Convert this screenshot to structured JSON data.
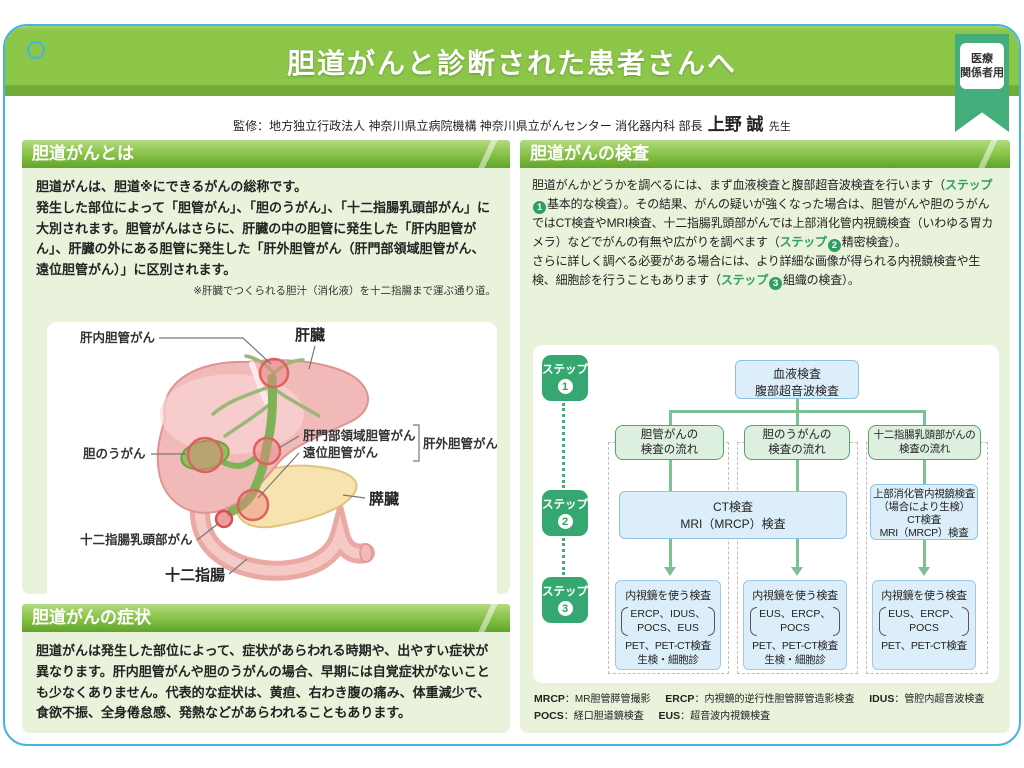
{
  "page": {
    "title": "胆道がんと診断された患者さんへ",
    "badge": {
      "line1": "医療",
      "line2": "関係者用"
    },
    "credit": {
      "label": "監修：地方独立行政法人 神奈川県立病院機構 神奈川県立がんセンター 消化器内科 部長",
      "name": "上野 誠",
      "honorific": "先生"
    },
    "colors": {
      "header_green": "#8cc649",
      "section_bg": "#e9f2db",
      "step_green": "#35a871",
      "box_blue": "#dceef9",
      "box_green": "#ddefdf",
      "border_blue": "#41b6e6"
    }
  },
  "about": {
    "title": "胆道がんとは",
    "line1": "胆道がんは、胆道※にできるがんの総称です。",
    "rest": "発生した部位によって「胆管がん」、「胆のうがん」、「十二指腸乳頭部がん」に大別されます。胆管がんはさらに、肝臓の中の胆管に発生した「肝内胆管がん」、肝臓の外にある胆管に発生した「肝外胆管がん（肝門部領域胆管がん、遠位胆管がん）」に区別されます。",
    "footnote": "※肝臓でつくられる胆汁（消化液）を十二指腸まで運ぶ通り道。"
  },
  "diagram": {
    "liver": "肝臓",
    "pancreas": "膵臓",
    "duodenum": "十二指腸",
    "intrahepatic": "肝内胆管がん",
    "gallbladder_cancer": "胆のうがん",
    "hilar": "肝門部領域胆管がん",
    "distal": "遠位胆管がん",
    "extrahepatic": "肝外胆管がん",
    "papilla": "十二指腸乳頭部がん"
  },
  "symptoms": {
    "title": "胆道がんの症状",
    "text": "胆道がんは発生した部位によって、症状があらわれる時期や、出やすい症状が異なります。肝内胆管がんや胆のうがんの場合、早期には自覚症状がないことも少なくありません。代表的な症状は、黄疸、右わき腹の痛み、体重減少で、食欲不振、全身倦怠感、発熱などがあらわれることもあります。"
  },
  "exam": {
    "title": "胆道がんの検査",
    "seg1": "胆道がんかどうかを調べるには、まず血液検査と腹部超音波検査を行います（",
    "step1": "ステップ",
    "num1": "1",
    "seg2": "基本的な検査）。その結果、がんの疑いが強くなった場合は、胆管がんや胆のうがんではCT検査やMRI検査、十二指腸乳頭部がんでは上部消化管内視鏡検査（いわゆる胃カメラ）などでがんの有無や広がりを調べます（",
    "step2": "ステップ",
    "num2": "2",
    "seg3": "精密検査）。",
    "seg4": "さらに詳しく調べる必要がある場合には、より詳細な画像が得られる内視鏡検査や生検、細胞診を行うこともあります（",
    "step3": "ステップ",
    "num3": "3",
    "seg5": "組織の検査）。"
  },
  "flow": {
    "step_label": "ステップ",
    "steps": [
      "1",
      "2",
      "3"
    ],
    "top_box": {
      "line1": "血液検査",
      "line2": "腹部超音波検査"
    },
    "headers": [
      {
        "l1": "胆管がんの",
        "l2": "検査の流れ"
      },
      {
        "l1": "胆のうがんの",
        "l2": "検査の流れ"
      },
      {
        "l1": "十二指腸乳頭部がんの",
        "l2": "検査の流れ"
      }
    ],
    "step2_main": {
      "l1": "CT検査",
      "l2": "MRI（MRCP）検査"
    },
    "step2_col3": {
      "l1": "上部消化管内視鏡検査",
      "l2": "（場合により生検）",
      "l3": "CT検査",
      "l4": "MRI（MRCP）検査"
    },
    "step3": [
      {
        "title": "内視鏡を使う検査",
        "paren1": "ERCP、IDUS、",
        "paren2": "POCS、EUS",
        "extra1": "PET、PET-CT検査",
        "extra2": "生検・細胞診"
      },
      {
        "title": "内視鏡を使う検査",
        "paren1": "EUS、ERCP、",
        "paren2": "POCS",
        "extra1": "PET、PET-CT検査",
        "extra2": "生検・細胞診"
      },
      {
        "title": "内視鏡を使う検査",
        "paren1": "EUS、ERCP、",
        "paren2": "POCS",
        "extra1": "PET、PET-CT検査",
        "extra2": ""
      }
    ]
  },
  "legend": {
    "items": [
      {
        "abbr": "MRCP",
        "desc": "：MR胆管膵管撮影"
      },
      {
        "abbr": "ERCP",
        "desc": "：内視鏡的逆行性胆管膵管造影検査"
      },
      {
        "abbr": "IDUS",
        "desc": "：管腔内超音波検査"
      },
      {
        "abbr": "POCS",
        "desc": "：経口胆道鏡検査"
      },
      {
        "abbr": "EUS",
        "desc": "：超音波内視鏡検査"
      }
    ]
  }
}
